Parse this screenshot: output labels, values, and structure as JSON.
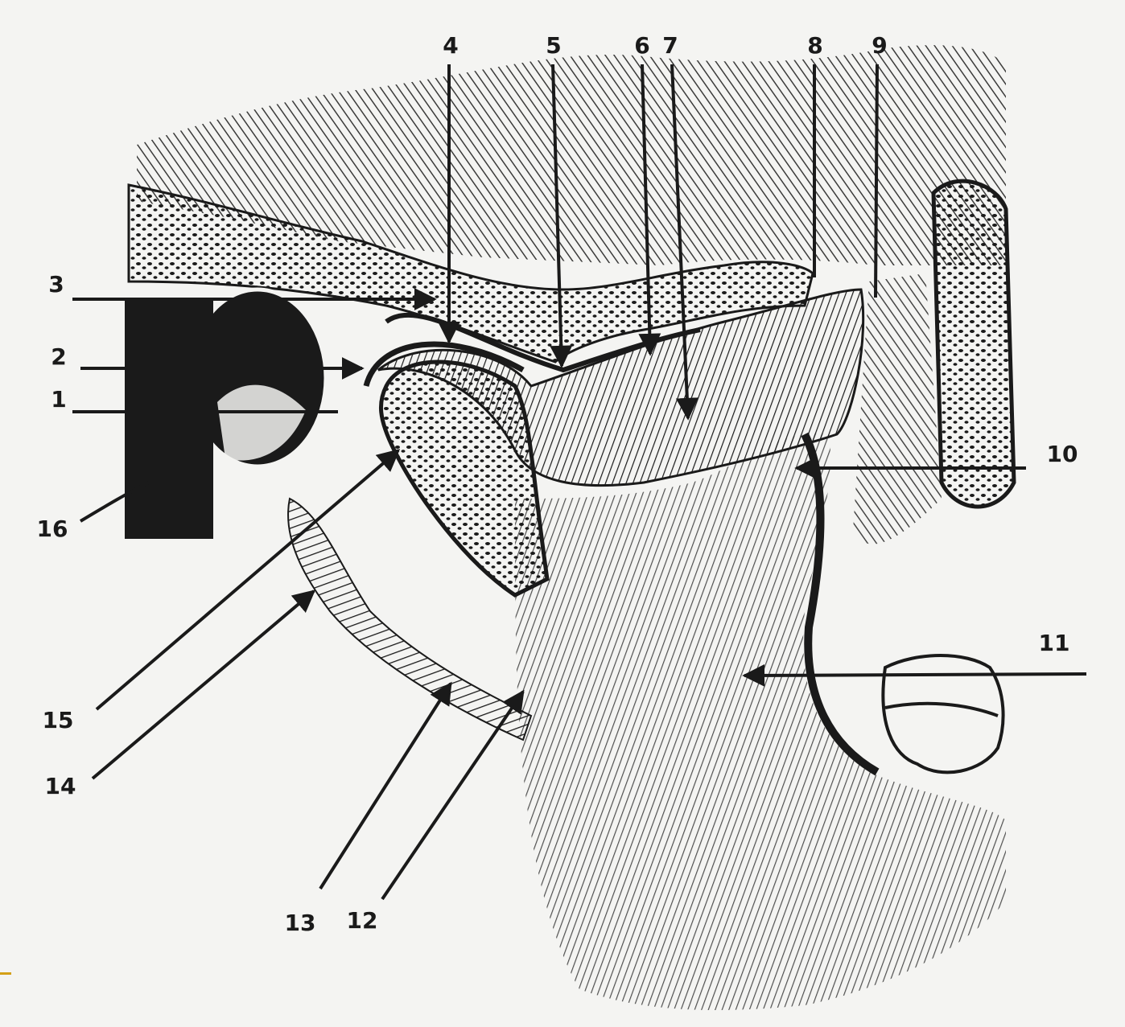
{
  "callouts": [
    "1",
    "2",
    "3",
    "4",
    "5",
    "6",
    "7",
    "8",
    "9",
    "10",
    "11",
    "12",
    "13",
    "14",
    "15",
    "16"
  ],
  "colors": {
    "ink": "#1a1a1a",
    "paper": "#f4f4f2",
    "accent": "#d4a017"
  }
}
